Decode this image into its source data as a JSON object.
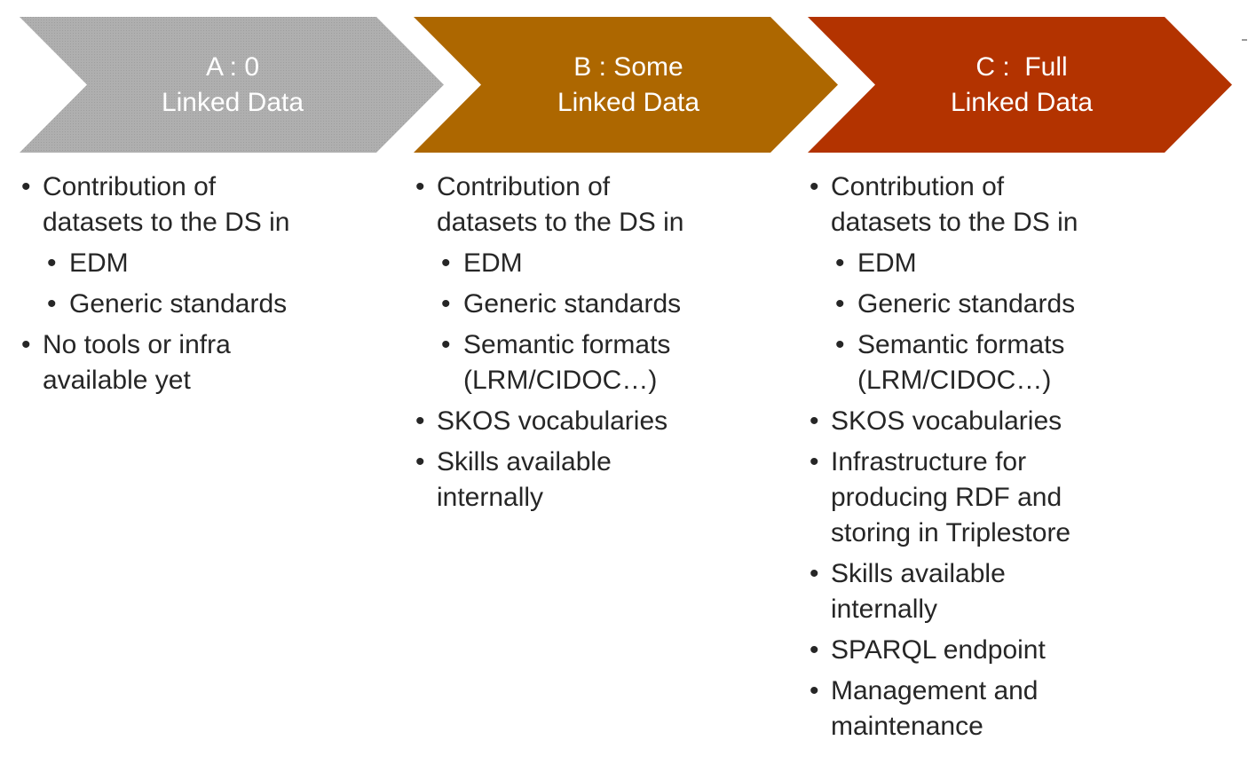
{
  "stages": [
    {
      "id": "a",
      "title_line1": "A : 0",
      "title_line2": "Linked Data",
      "color": "#A8A8A8",
      "items": [
        {
          "text": "Contribution of\ndatasets to the DS in",
          "sub": [
            "EDM",
            "Generic standards"
          ]
        },
        {
          "text": "No tools or infra\navailable yet",
          "sub": []
        }
      ]
    },
    {
      "id": "b",
      "title_line1": "B : Some",
      "title_line2": "Linked Data",
      "color": "#AD6700",
      "items": [
        {
          "text": "Contribution of\ndatasets to the DS in",
          "sub": [
            "EDM",
            "Generic standards",
            "Semantic formats\n(LRM/CIDOC…)"
          ]
        },
        {
          "text": "SKOS vocabularies",
          "sub": []
        },
        {
          "text": "Skills available\ninternally",
          "sub": []
        }
      ]
    },
    {
      "id": "c",
      "title_line1": "C :  Full",
      "title_line2": "Linked Data",
      "color": "#B33300",
      "items": [
        {
          "text": "Contribution of\ndatasets to the DS in",
          "sub": [
            "EDM",
            "Generic standards",
            "Semantic formats\n(LRM/CIDOC…)"
          ]
        },
        {
          "text": "SKOS vocabularies",
          "sub": []
        },
        {
          "text": "Infrastructure for\nproducing RDF and\nstoring in Triplestore",
          "sub": []
        },
        {
          "text": "Skills available\ninternally",
          "sub": []
        },
        {
          "text": "SPARQL endpoint",
          "sub": []
        },
        {
          "text": "Management and\nmaintenance",
          "sub": []
        }
      ]
    }
  ]
}
